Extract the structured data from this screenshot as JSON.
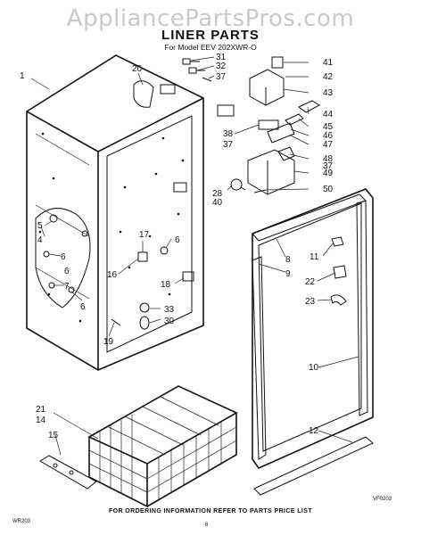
{
  "watermark": "AppliancePartsPros.com",
  "title": "LINER PARTS",
  "model": "For Model EEV  202XWR-O",
  "footer": "FOR ORDERING INFORMATION REFER TO PARTS PRICE LIST",
  "code_left": "WR203",
  "page_number": "8",
  "code_right": "VF0203",
  "callouts": [
    "1",
    "20",
    "31",
    "32",
    "37",
    "41",
    "42",
    "43",
    "44",
    "45",
    "46",
    "47",
    "38",
    "37",
    "48",
    "37",
    "49",
    "50",
    "28",
    "40",
    "5",
    "4",
    "6",
    "6",
    "7",
    "6",
    "17",
    "6",
    "16",
    "18",
    "33",
    "30",
    "19",
    "8",
    "9",
    "11",
    "22",
    "23",
    "10",
    "12",
    "21",
    "14",
    "15"
  ]
}
